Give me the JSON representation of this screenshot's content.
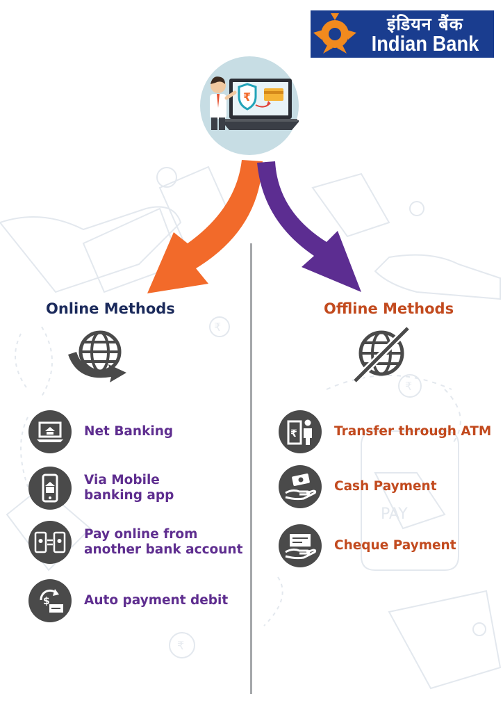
{
  "brand": {
    "name_hindi": "इंडियन बैंक",
    "name_english": "Indian Bank",
    "colors": {
      "blue": "#1a3d8f",
      "orange": "#f28a1e"
    }
  },
  "hero": {
    "icon": "online-payment-laptop-icon",
    "currency_symbol": "₹"
  },
  "colors": {
    "online_arrow": "#f26a2a",
    "offline_arrow": "#5c2d91",
    "online_title": "#1b2a5b",
    "offline_title": "#c24a1e",
    "online_items": "#5e2d8f",
    "offline_items": "#c24a1e",
    "icon_circle": "#4a4a4a"
  },
  "online": {
    "title": "Online Methods",
    "icon": "globe-with-arrow-icon",
    "items": [
      {
        "label": "Net Banking",
        "icon": "laptop-bank-icon"
      },
      {
        "label": "Via Mobile\nbanking app",
        "icon": "mobile-bank-icon"
      },
      {
        "label": "Pay online from\nanother bank account",
        "icon": "phone-transfer-icon"
      },
      {
        "label": "Auto payment debit",
        "icon": "auto-debit-icon"
      }
    ]
  },
  "offline": {
    "title": "Offline Methods",
    "icon": "globe-crossed-icon",
    "items": [
      {
        "label": "Transfer through ATM",
        "icon": "atm-icon"
      },
      {
        "label": "Cash Payment",
        "icon": "cash-hand-icon"
      },
      {
        "label": "Cheque Payment",
        "icon": "cheque-hand-icon"
      }
    ]
  },
  "background": {
    "pay_text": "PAY"
  }
}
